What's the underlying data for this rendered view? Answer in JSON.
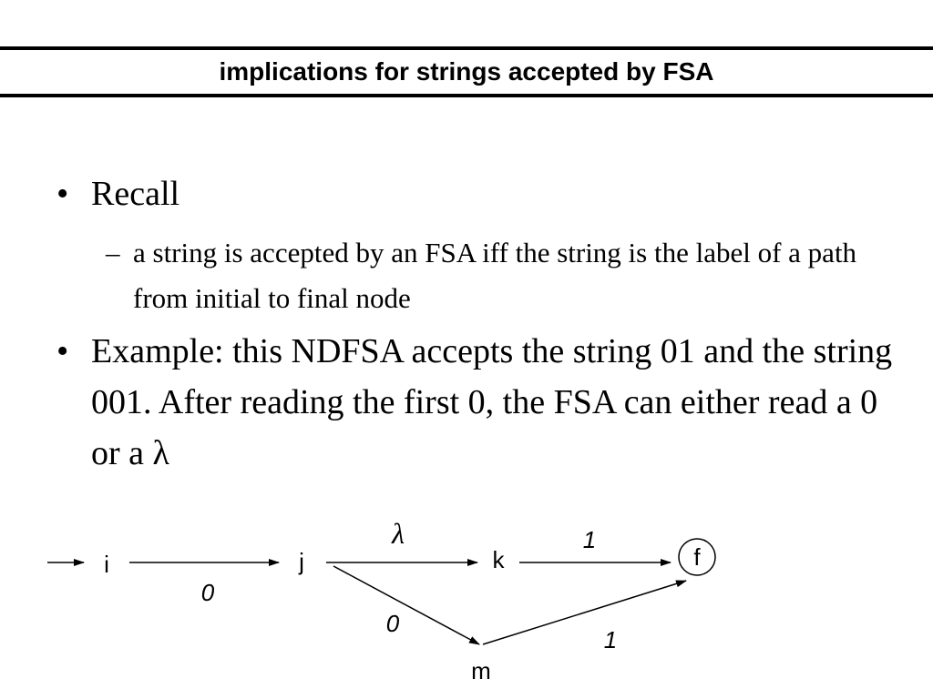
{
  "slide": {
    "title": "implications for strings accepted by FSA",
    "bullet_glyph": "•",
    "dash_glyph": "–",
    "bullets": [
      {
        "text": "Recall"
      },
      {
        "text": "Example: this NDFSA accepts the string 01 and the string 001. After reading the first 0, the FSA can either read a 0 or a λ"
      }
    ],
    "sub_bullets": [
      {
        "text": "a string is accepted by an FSA iff the string is the label of a path from initial to final node"
      }
    ]
  },
  "diagram": {
    "nodes": {
      "i": "i",
      "j": "j",
      "k": "k",
      "m": "m",
      "f": "f"
    },
    "edge_labels": {
      "i_j": "0",
      "j_k": "λ",
      "k_f": "1",
      "j_m": "0",
      "m_f": "1"
    }
  }
}
